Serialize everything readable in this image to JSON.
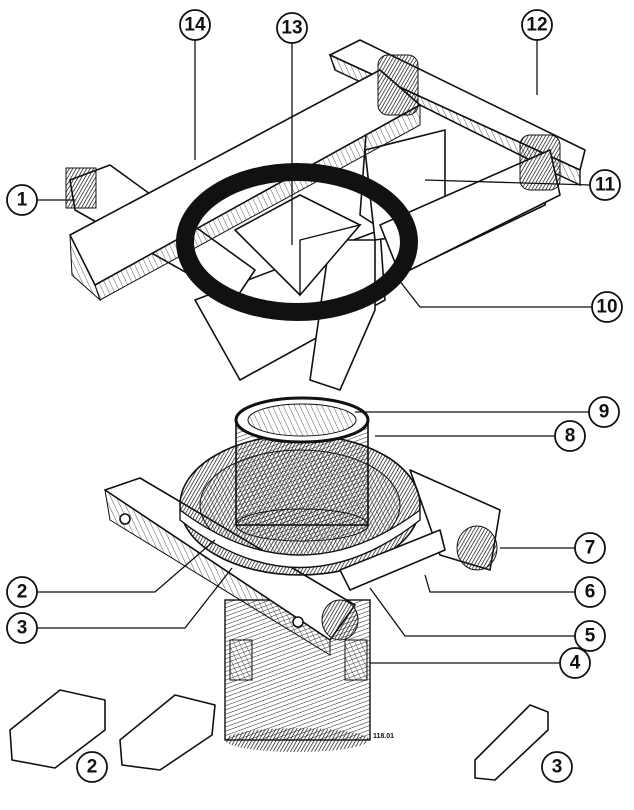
{
  "callouts": {
    "c1": "1",
    "c2": "2",
    "c3": "3",
    "c4": "4",
    "c5": "5",
    "c6": "6",
    "c7": "7",
    "c8": "8",
    "c9": "9",
    "c10": "10",
    "c11": "11",
    "c12": "12",
    "c13": "13",
    "c14": "14",
    "c2b": "2",
    "c3b": "3"
  },
  "signature": "118.01"
}
